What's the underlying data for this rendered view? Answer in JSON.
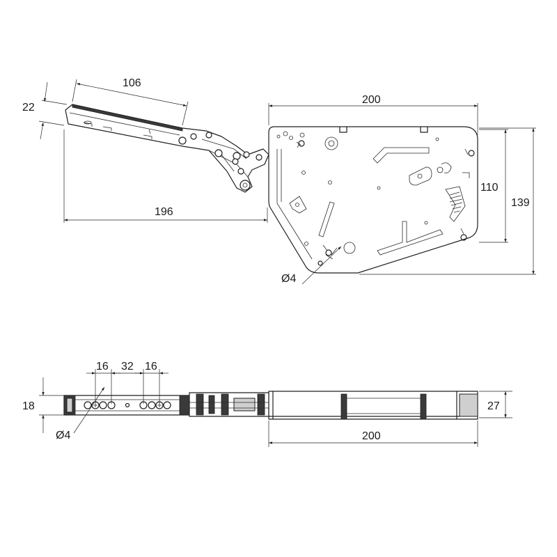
{
  "top_view": {
    "dim_arm_length": "106",
    "dim_arm_thickness": "22",
    "dim_total_reach": "196",
    "dim_body_width": "200",
    "dim_inner_height": "110",
    "dim_body_height": "139",
    "dim_hole_diameter": "Ø4"
  },
  "bottom_view": {
    "dim_hole_spacing_1": "16",
    "dim_hole_spacing_2": "32",
    "dim_hole_spacing_3": "16",
    "dim_arm_height": "18",
    "dim_hole_diameter": "Ø4",
    "dim_body_width": "200",
    "dim_body_depth": "27"
  }
}
